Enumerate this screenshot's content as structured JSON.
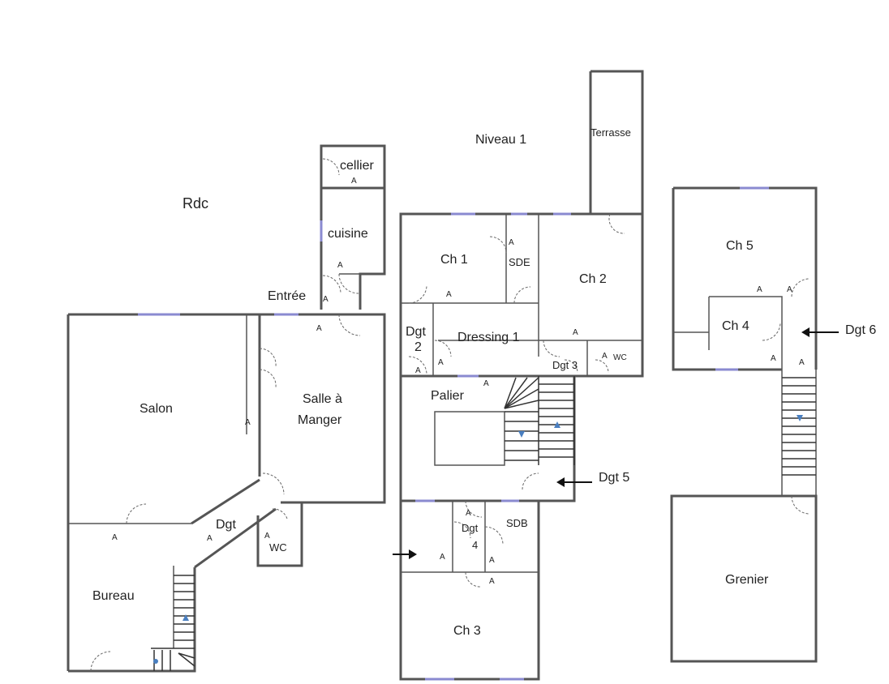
{
  "levels": {
    "rdc": "Rdc",
    "niveau1": "Niveau 1"
  },
  "rooms": {
    "cellier": "cellier",
    "cuisine": "cuisine",
    "entree": "Entrée",
    "salon": "Salon",
    "salle_manger_1": "Salle à",
    "salle_manger_2": "Manger",
    "dgt": "Dgt",
    "wc_rdc": "WC",
    "bureau": "Bureau",
    "terrasse": "Terrasse",
    "ch1": "Ch 1",
    "sde": "SDE",
    "ch2": "Ch 2",
    "dgt2_a": "Dgt",
    "dgt2_b": "2",
    "dressing1": "Dressing 1",
    "dgt3": "Dgt 3",
    "wc_n1": "WC",
    "palier": "Palier",
    "dgt5": "Dgt 5",
    "dgt4_a": "Dgt",
    "dgt4_b": "4",
    "sdb": "SDB",
    "ch3": "Ch 3",
    "ch5": "Ch 5",
    "ch4": "Ch 4",
    "dgt6": "Dgt 6",
    "grenier": "Grenier"
  },
  "marker": "A",
  "colors": {
    "wall": "#555555",
    "window": "#8a8ad0",
    "stair_arrow": "#4a7fc0"
  }
}
